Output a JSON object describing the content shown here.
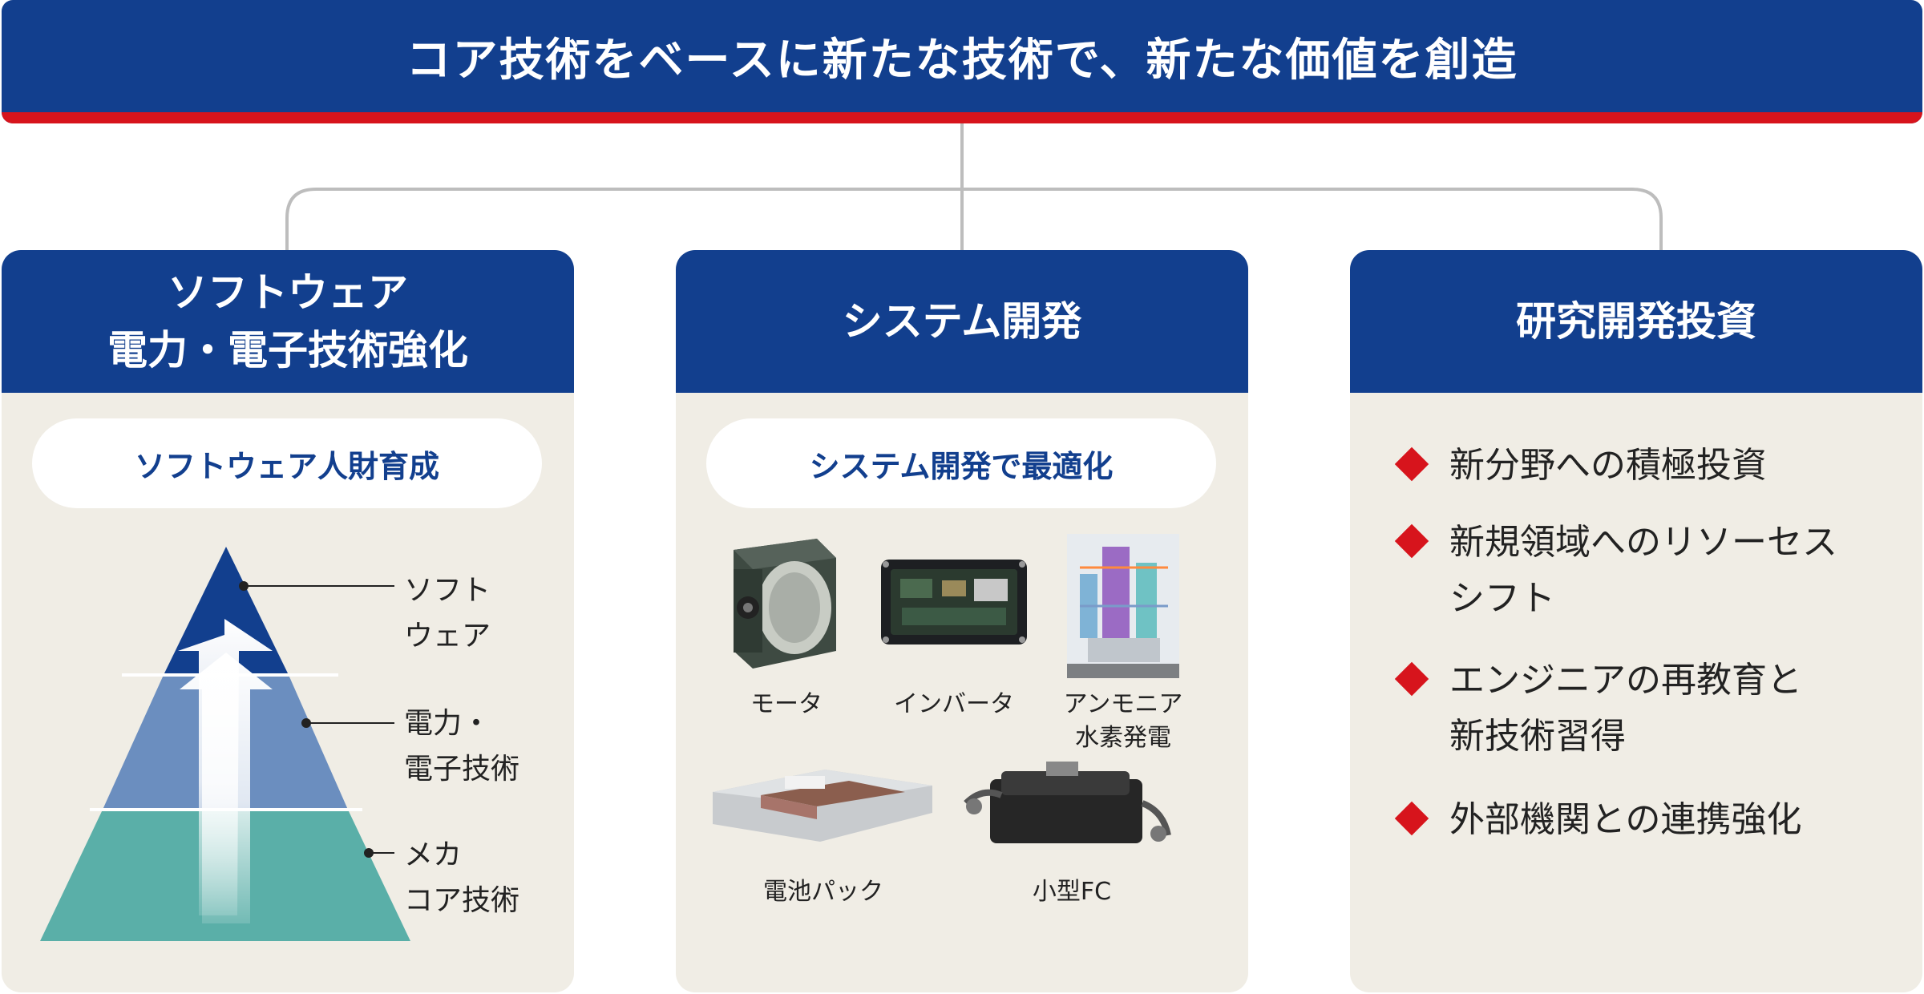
{
  "banner": {
    "title": "コア技術をベースに新たな技術で、新たな価値を創造"
  },
  "columns": [
    {
      "title_lines": [
        "ソフトウェア",
        "電力・電子技術強化"
      ],
      "pill": "ソフトウェア人財育成",
      "pyramid_levels": [
        {
          "label_lines": [
            "ソフト",
            "ウェア"
          ],
          "color": "#123f8e"
        },
        {
          "label_lines": [
            "電力・",
            "電子技術"
          ],
          "color": "#6b8ebf"
        },
        {
          "label_lines": [
            "メカ",
            "コア技術"
          ],
          "color": "#5aafa8"
        }
      ]
    },
    {
      "title_lines": [
        "システム開発"
      ],
      "pill": "システム開発で最適化",
      "items": [
        {
          "icon": "motor-image",
          "caption_lines": [
            "モータ"
          ]
        },
        {
          "icon": "inverter-image",
          "caption_lines": [
            "インバータ"
          ]
        },
        {
          "icon": "ammonia-power-plant-image",
          "caption_lines": [
            "アンモニア",
            "水素発電"
          ]
        },
        {
          "icon": "battery-pack-image",
          "caption_lines": [
            "電池パック"
          ]
        },
        {
          "icon": "small-fuel-cell-image",
          "caption_lines": [
            "小型FC"
          ]
        }
      ]
    },
    {
      "title_lines": [
        "研究開発投資"
      ],
      "bullets": [
        {
          "lines": [
            "新分野への積極投資"
          ]
        },
        {
          "lines": [
            "新規領域へのリソーセス",
            "シフト"
          ]
        },
        {
          "lines": [
            "エンジニアの再教育と",
            "新技術習得"
          ]
        },
        {
          "lines": [
            "外部機関との連携強化"
          ]
        }
      ]
    }
  ],
  "colors": {
    "primary": "#123f8e",
    "accent": "#d7141c",
    "panel": "#f0ede5",
    "connector": "#bdbdbd"
  }
}
